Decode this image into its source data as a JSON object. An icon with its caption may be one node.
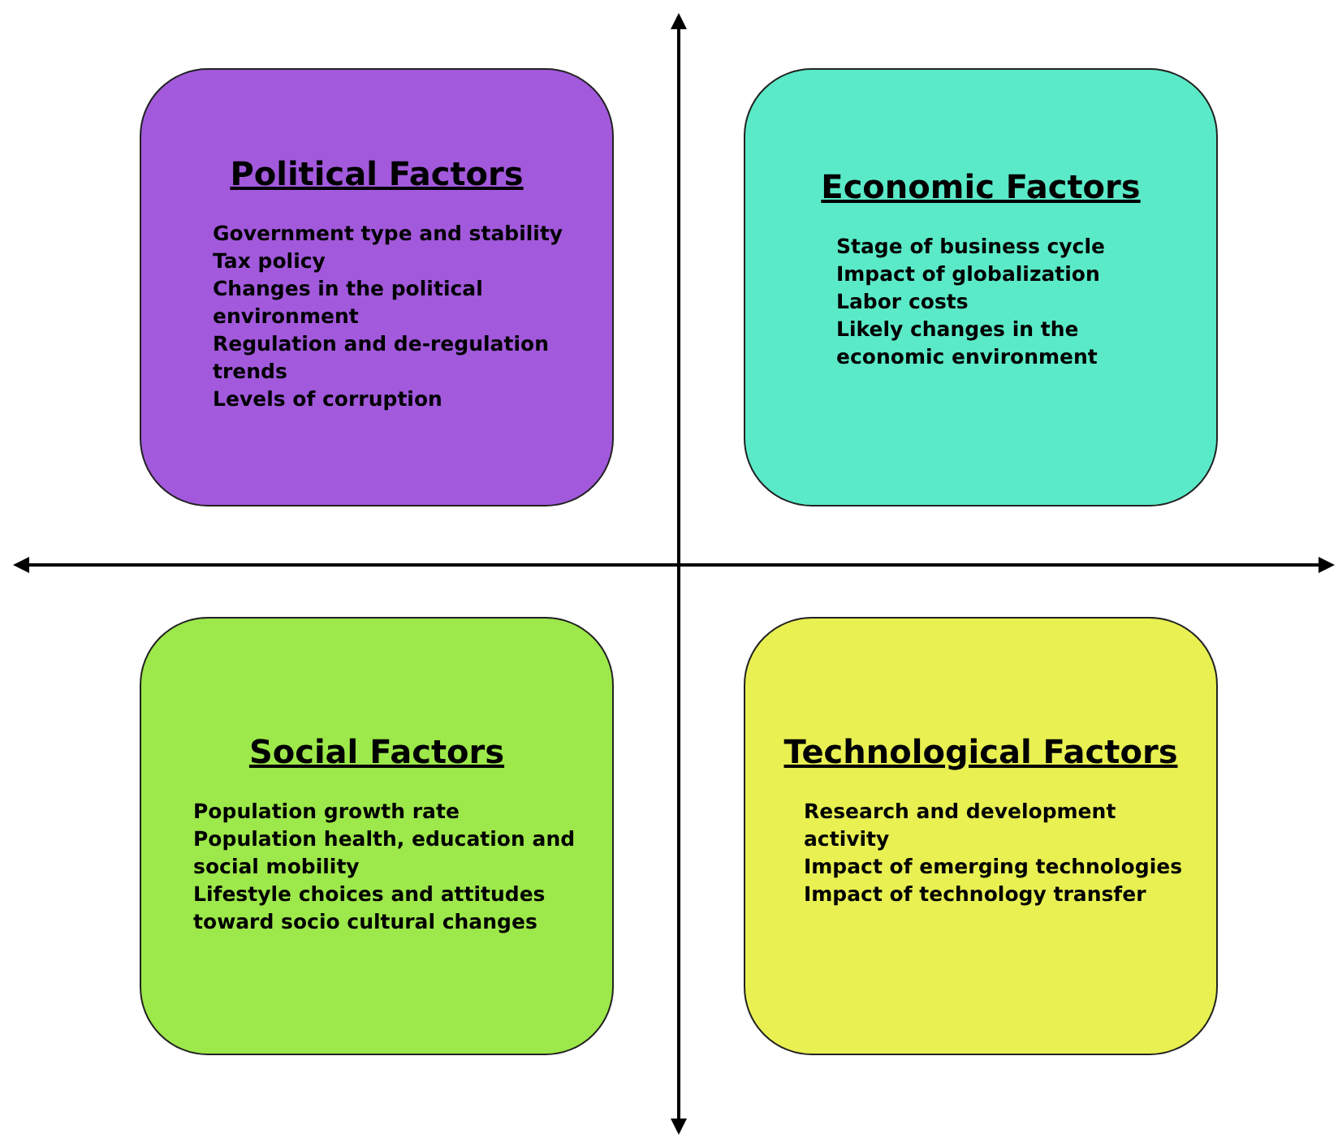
{
  "diagram": {
    "nodes": [
      {
        "text": [
          "Political Factors",
          "Government type and stability",
          "Tax policy",
          "Changes in the political",
          "environment",
          "Regulation and de-regulation",
          "trends",
          "Levels of corruption"
        ]
      },
      {
        "text": [
          "Economic Factors",
          "Stage of business cycle",
          "Impact of globalization",
          "Labor costs",
          "Likely changes in the",
          "economic environment"
        ]
      },
      {
        "text": [
          "Social Factors",
          "Population growth rate",
          "Population health, education and",
          "social mobility",
          "Lifestyle choices and attitudes",
          "toward socio cultural changes"
        ]
      },
      {
        "text": [
          "Technological Factors",
          "Research and development",
          "activity",
          "Impact of emerging technologies",
          "Impact of technology transfer"
        ]
      }
    ]
  }
}
